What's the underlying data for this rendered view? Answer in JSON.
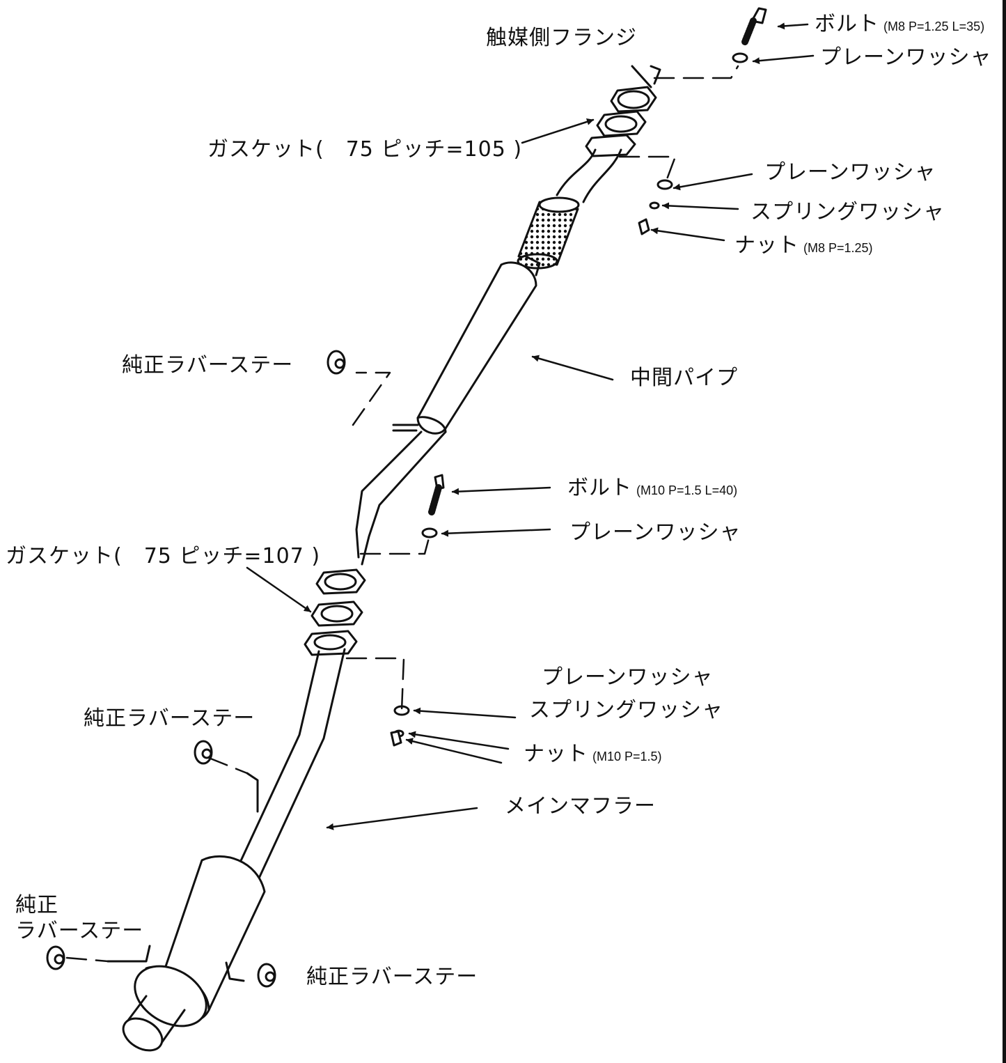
{
  "labels": {
    "bolt_top": "ボルト",
    "bolt_top_spec": "(M8 P=1.25 L=35)",
    "washer_top": "プレーンワッシャ",
    "cat_flange": "触媒側フランジ",
    "gasket_top": "ガスケット(　75 ピッチ=105 )",
    "washer_mid1": "プレーンワッシャ",
    "spring_washer1": "スプリングワッシャ",
    "nut_top": "ナット",
    "nut_top_spec": "(M8 P=1.25)",
    "rubber_stay_1": "純正ラバーステー",
    "mid_pipe": "中間パイプ",
    "bolt_mid": "ボルト",
    "bolt_mid_spec": "(M10 P=1.5 L=40)",
    "washer_mid2": "プレーンワッシャ",
    "gasket_mid": "ガスケット(　75 ピッチ=107 )",
    "washer_low": "プレーンワッシャ",
    "spring_washer2": "スプリングワッシャ",
    "nut_low": "ナット",
    "nut_low_spec": "(M10 P=1.5)",
    "rubber_stay_2": "純正ラバーステー",
    "main_muffler": "メインマフラー",
    "rubber_stay_3a": "純正",
    "rubber_stay_3b": "ラバーステー",
    "rubber_stay_4": "純正ラバーステー"
  },
  "colors": {
    "line": "#111111",
    "bg": "#ffffff"
  }
}
